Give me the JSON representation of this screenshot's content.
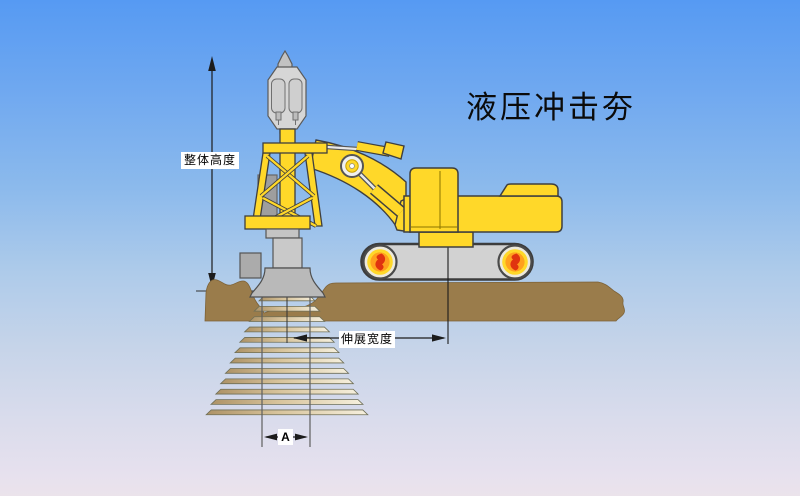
{
  "title": {
    "text": "液压冲击夯"
  },
  "labels": {
    "overall_height": "整体高度",
    "extension_width": "伸展宽度",
    "foot_width": "A"
  },
  "icons": {
    "wheel_emblem": "flame-icon",
    "dimension_markers": "arrowhead-icon"
  },
  "colors": {
    "sky_top": "#569AF3",
    "sky_bottom": "#EBE3EB",
    "ground": "#9A7C4B",
    "machine_yellow": "#FFD829",
    "track_gray": "#D2D2D2",
    "steel_gray": "#C6C6C6",
    "soil_bar_dark": "#AD9266",
    "soil_bar_light": "#F6F0DE",
    "emblem_red": "#E0330F",
    "dimension_line": "#1C1C1C"
  }
}
